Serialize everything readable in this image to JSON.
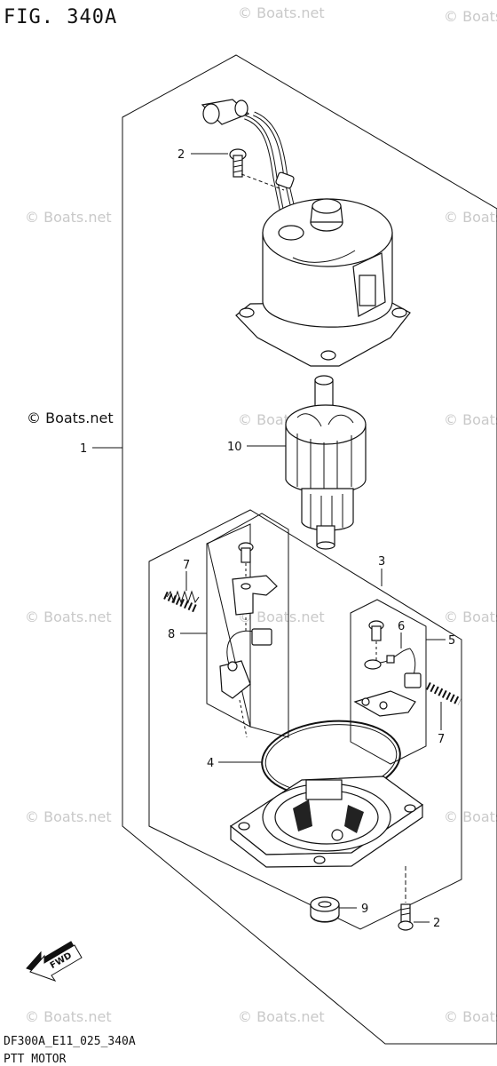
{
  "header": {
    "fig_title": "FIG. 340A"
  },
  "watermark": {
    "text": "© Boats.net",
    "text_dark": "© Boats.net"
  },
  "callouts": {
    "c1": "1",
    "c2a": "2",
    "c2b": "2",
    "c3": "3",
    "c4": "4",
    "c5": "5",
    "c6": "6",
    "c7a": "7",
    "c7b": "7",
    "c8": "8",
    "c9": "9",
    "c10": "10"
  },
  "fwd_label": "FWD",
  "footer": {
    "code": "DF300A_E11_025_340A",
    "name": "PTT MOTOR"
  }
}
